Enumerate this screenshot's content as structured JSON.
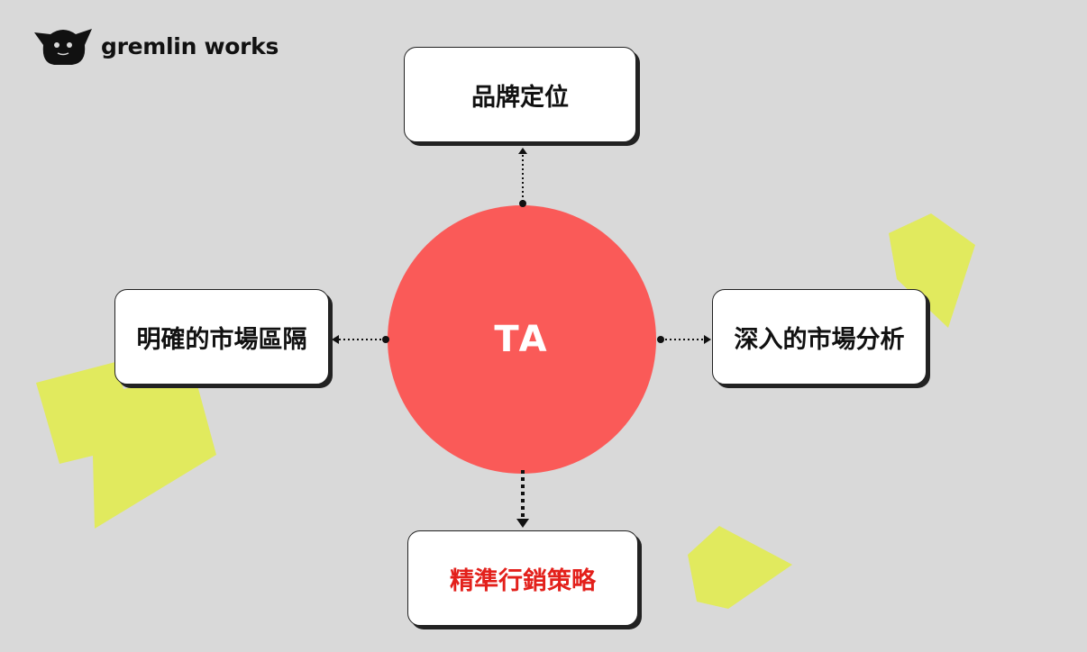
{
  "brand": {
    "name": "gremlin works"
  },
  "diagram": {
    "center": {
      "label": "TA",
      "color": "#fa5a58"
    },
    "nodes": {
      "top": {
        "label": "品牌定位",
        "color": "#111111"
      },
      "left": {
        "label": "明確的市場區隔",
        "color": "#111111"
      },
      "right": {
        "label": "深入的市場分析",
        "color": "#111111"
      },
      "bottom": {
        "label": "精準行銷策略",
        "color": "#e3201b"
      }
    },
    "colors": {
      "background": "#d9d9d9",
      "accent_shape": "#e1ea5e",
      "line": "#111111"
    }
  }
}
